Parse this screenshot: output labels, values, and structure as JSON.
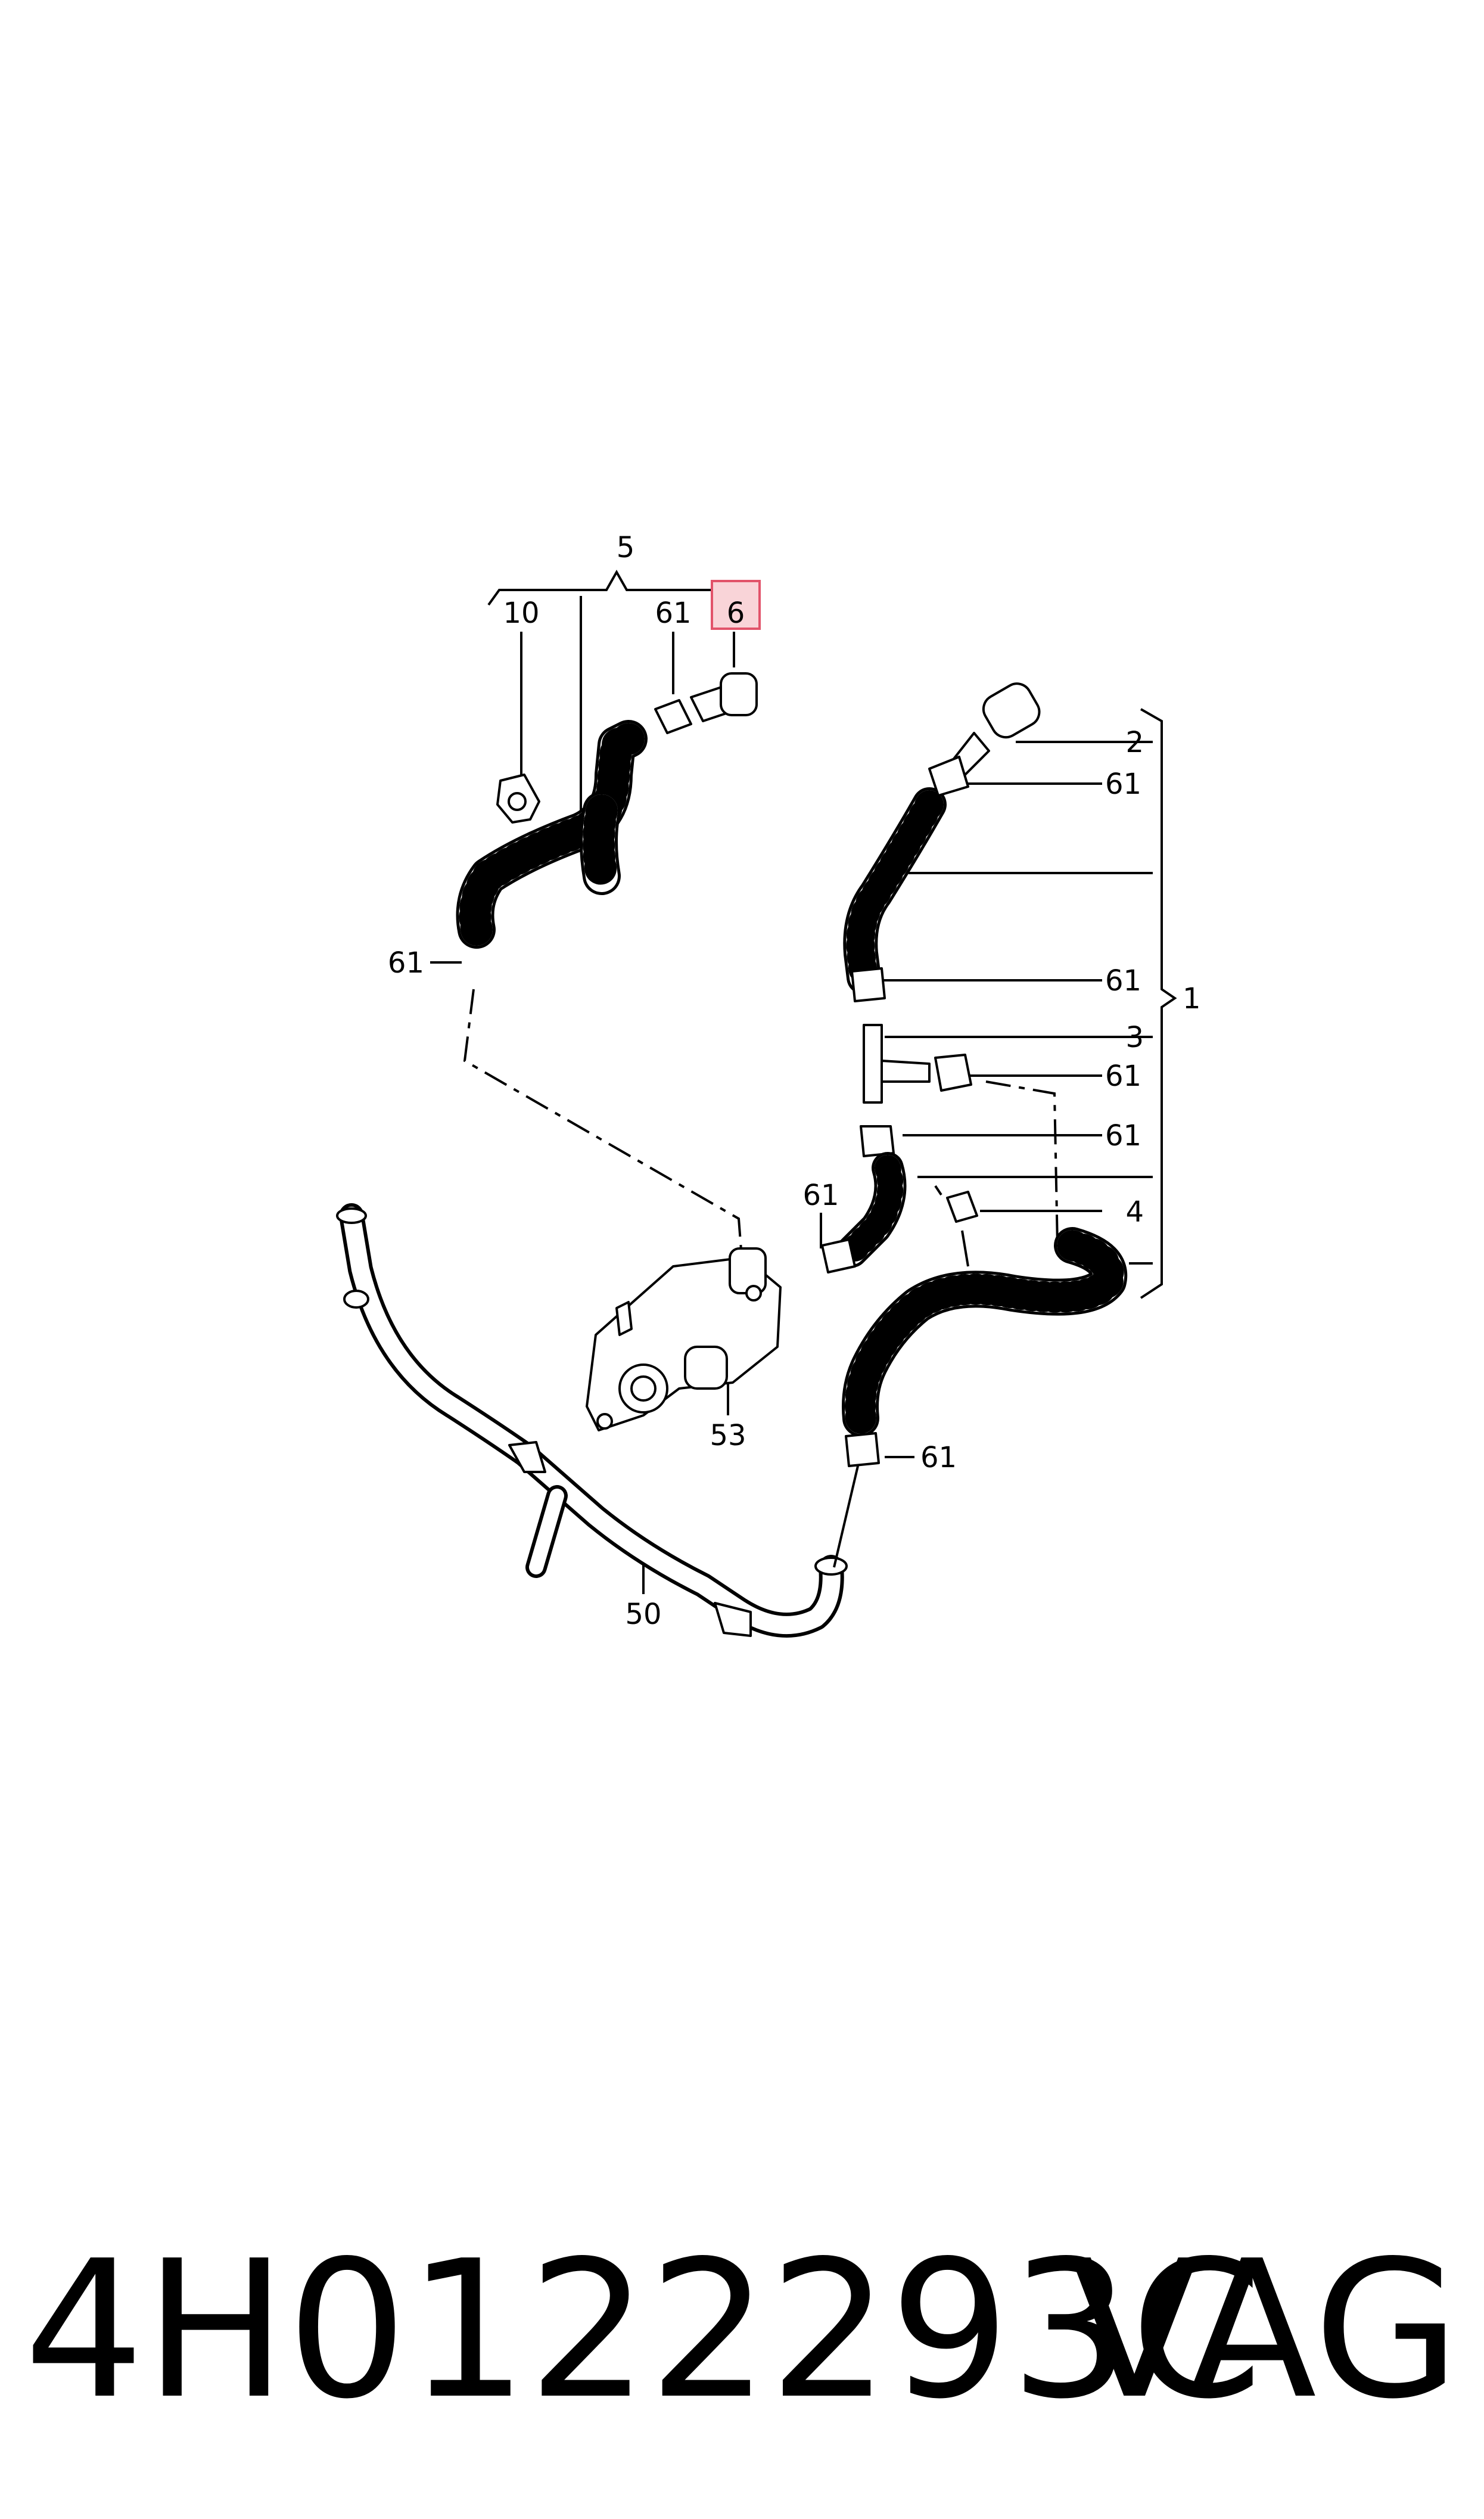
{
  "callouts": {
    "c1": "1",
    "c2": "2",
    "c3": "3",
    "c4": "4",
    "c5": "5",
    "c6": "6",
    "c10": "10",
    "c50": "50",
    "c53": "53",
    "c61": "61"
  },
  "footer": {
    "part_number": "4H0122293C",
    "brand": "VAG"
  },
  "colors": {
    "highlight_fill": "#f9d4d8",
    "highlight_stroke": "#e2536a"
  }
}
